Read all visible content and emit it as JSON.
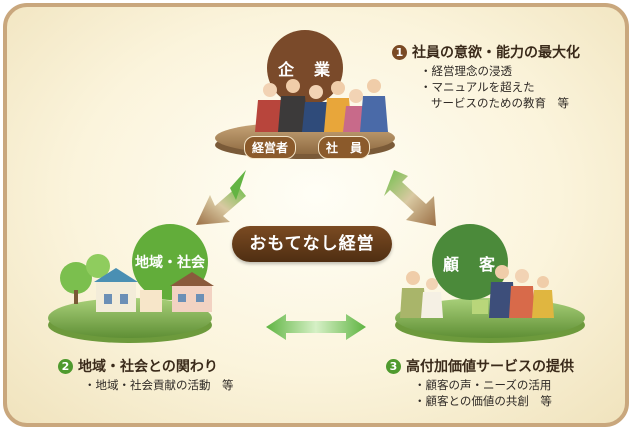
{
  "center": {
    "title": "おもてなし経営"
  },
  "nodes": {
    "company": {
      "label": "企　業",
      "tags": [
        "経営者",
        "社　員"
      ]
    },
    "community": {
      "label": "地域・社会"
    },
    "customer": {
      "label": "顧　客"
    }
  },
  "sections": {
    "s1": {
      "number": "1",
      "title": "社員の意欲・能力の最大化",
      "bullets": [
        "・経営理念の浸透",
        "・マニュアルを超えた",
        "サービスのための教育　等"
      ]
    },
    "s2": {
      "number": "2",
      "title": "地域・社会との関わり",
      "bullets": [
        "・地域・社会貢献の活動　等"
      ]
    },
    "s3": {
      "number": "3",
      "title": "高付加価値サービスの提供",
      "bullets": [
        "・顧客の声・ニーズの活用",
        "・顧客との価値の共創　等"
      ]
    }
  },
  "colors": {
    "company": "#8a5a36",
    "community": "#62ad3a",
    "customer": "#4b8a3a",
    "frame": "#c9a77d",
    "arrow_brown": "#a37a52",
    "arrow_green": "#63b443",
    "num_brown": "#7a4a24",
    "num_green": "#4f9a2e"
  }
}
